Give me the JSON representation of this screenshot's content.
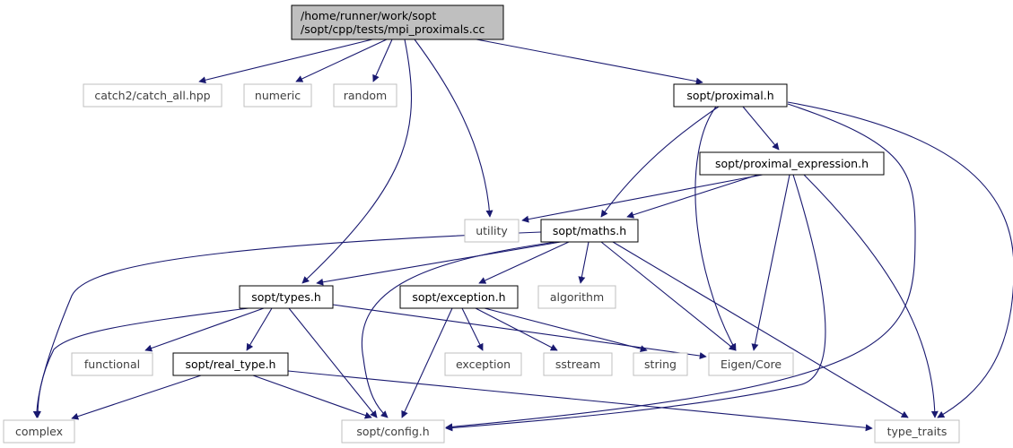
{
  "diagram": {
    "colors": {
      "edge": "#191970",
      "root_fill": "#bfbfbf",
      "node_border": "#000000",
      "external_border": "#bfbfbf",
      "external_text": "#3f3f3f"
    },
    "nodes": [
      {
        "id": "root",
        "lines": [
          "/home/runner/work/sopt",
          "/sopt/cpp/tests/mpi_proximals.cc"
        ],
        "kind": "root"
      },
      {
        "id": "catch",
        "lines": [
          "catch2/catch_all.hpp"
        ],
        "kind": "external"
      },
      {
        "id": "numeric",
        "lines": [
          "numeric"
        ],
        "kind": "external"
      },
      {
        "id": "random",
        "lines": [
          "random"
        ],
        "kind": "external"
      },
      {
        "id": "proximal",
        "lines": [
          "sopt/proximal.h"
        ],
        "kind": "internal"
      },
      {
        "id": "proxexpr",
        "lines": [
          "sopt/proximal_expression.h"
        ],
        "kind": "internal"
      },
      {
        "id": "utility",
        "lines": [
          "utility"
        ],
        "kind": "external"
      },
      {
        "id": "maths",
        "lines": [
          "sopt/maths.h"
        ],
        "kind": "internal"
      },
      {
        "id": "types",
        "lines": [
          "sopt/types.h"
        ],
        "kind": "internal"
      },
      {
        "id": "exception_h",
        "lines": [
          "sopt/exception.h"
        ],
        "kind": "internal"
      },
      {
        "id": "algorithm",
        "lines": [
          "algorithm"
        ],
        "kind": "external"
      },
      {
        "id": "functional",
        "lines": [
          "functional"
        ],
        "kind": "external"
      },
      {
        "id": "realtype",
        "lines": [
          "sopt/real_type.h"
        ],
        "kind": "internal"
      },
      {
        "id": "exception",
        "lines": [
          "exception"
        ],
        "kind": "external"
      },
      {
        "id": "sstream",
        "lines": [
          "sstream"
        ],
        "kind": "external"
      },
      {
        "id": "string",
        "lines": [
          "string"
        ],
        "kind": "external"
      },
      {
        "id": "eigen",
        "lines": [
          "Eigen/Core"
        ],
        "kind": "external"
      },
      {
        "id": "complex",
        "lines": [
          "complex"
        ],
        "kind": "external"
      },
      {
        "id": "config",
        "lines": [
          "sopt/config.h"
        ],
        "kind": "external"
      },
      {
        "id": "typetraits",
        "lines": [
          "type_traits"
        ],
        "kind": "external"
      }
    ],
    "edges": [
      [
        "root",
        "catch"
      ],
      [
        "root",
        "numeric"
      ],
      [
        "root",
        "random"
      ],
      [
        "root",
        "proximal"
      ],
      [
        "root",
        "utility"
      ],
      [
        "root",
        "types"
      ],
      [
        "proximal",
        "proxexpr"
      ],
      [
        "proximal",
        "maths"
      ],
      [
        "proximal",
        "eigen"
      ],
      [
        "proximal",
        "config"
      ],
      [
        "proximal",
        "typetraits"
      ],
      [
        "proxexpr",
        "utility"
      ],
      [
        "proxexpr",
        "maths"
      ],
      [
        "proxexpr",
        "eigen"
      ],
      [
        "proxexpr",
        "config"
      ],
      [
        "proxexpr",
        "typetraits"
      ],
      [
        "maths",
        "complex"
      ],
      [
        "maths",
        "types"
      ],
      [
        "maths",
        "exception_h"
      ],
      [
        "maths",
        "algorithm"
      ],
      [
        "maths",
        "config"
      ],
      [
        "maths",
        "eigen"
      ],
      [
        "maths",
        "typetraits"
      ],
      [
        "types",
        "complex"
      ],
      [
        "types",
        "functional"
      ],
      [
        "types",
        "realtype"
      ],
      [
        "types",
        "config"
      ],
      [
        "types",
        "eigen"
      ],
      [
        "exception_h",
        "exception"
      ],
      [
        "exception_h",
        "sstream"
      ],
      [
        "exception_h",
        "string"
      ],
      [
        "exception_h",
        "config"
      ],
      [
        "realtype",
        "complex"
      ],
      [
        "realtype",
        "config"
      ],
      [
        "realtype",
        "typetraits"
      ]
    ]
  }
}
